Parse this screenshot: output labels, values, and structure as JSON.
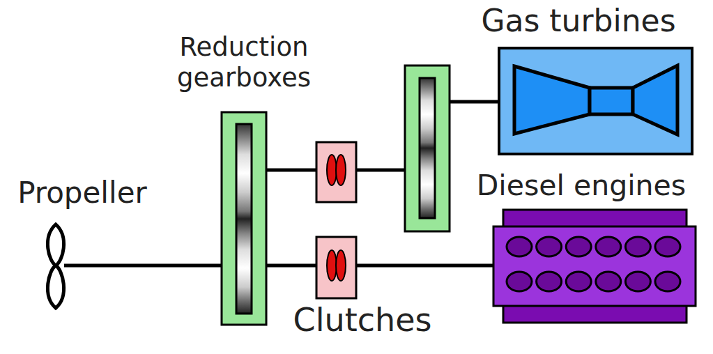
{
  "diagram": {
    "labels": [
      "Gas turbines",
      "Reduction gearboxes",
      "Propeller",
      "Diesel engines",
      "Clutches"
    ]
  }
}
